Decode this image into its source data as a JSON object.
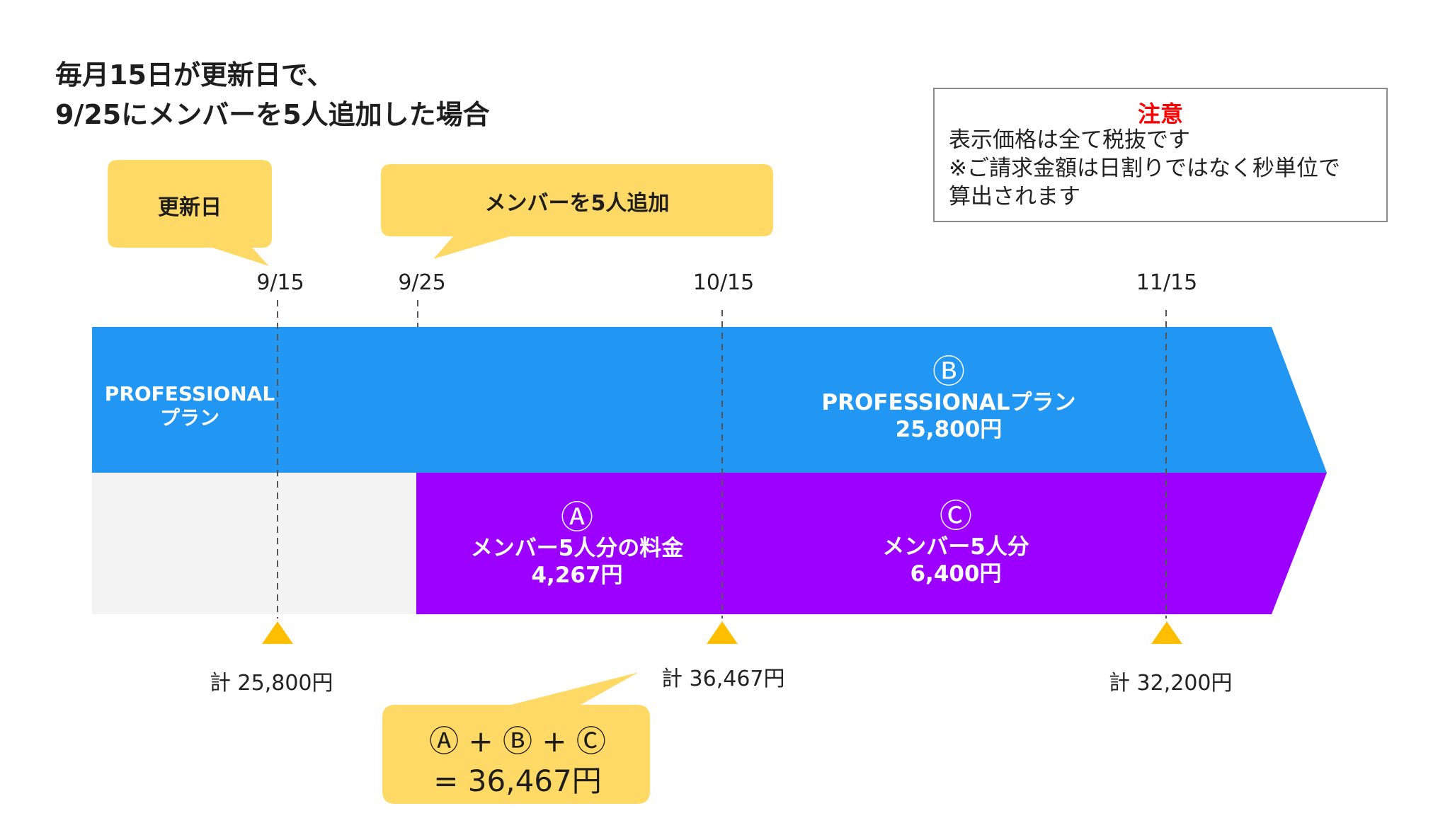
{
  "title": {
    "line1": "毎月15日が更新日で、",
    "line2": "9/25にメンバーを5人追加した場合"
  },
  "note": {
    "heading": "注意",
    "line1": "表示価格は全て税抜です",
    "line2": "※ご請求金額は日割りではなく秒単位で",
    "line3": "算出されます"
  },
  "callouts": {
    "renewal": "更新日",
    "add_members": "メンバーを5人追加"
  },
  "dates": {
    "d1": "9/15",
    "d2": "9/25",
    "d3": "10/15",
    "d4": "11/15"
  },
  "bars": {
    "pro_left_line1": "PROFESSIONAL",
    "pro_left_line2": "プラン",
    "b_mark": "Ⓑ",
    "b_line1": "PROFESSIONALプラン",
    "b_line2": "25,800円",
    "a_mark": "Ⓐ",
    "a_line1": "メンバー5人分の料金",
    "a_line2": "4,267円",
    "c_mark": "Ⓒ",
    "c_line1": "メンバー5人分",
    "c_line2": "6,400円"
  },
  "totals": {
    "t1": "計 25,800円",
    "t2": "計 36,467円",
    "t3": "計 32,200円"
  },
  "formula": {
    "line1": "Ⓐ + Ⓑ + Ⓒ",
    "line2": "= 36,467円"
  },
  "colors": {
    "blue_bar": "#2196f3",
    "purple_bar": "#9c00ff",
    "grey_area": "#f3f3f3",
    "callout": "#ffd966",
    "marker": "#ffbf00",
    "note_heading": "#ff0000"
  }
}
